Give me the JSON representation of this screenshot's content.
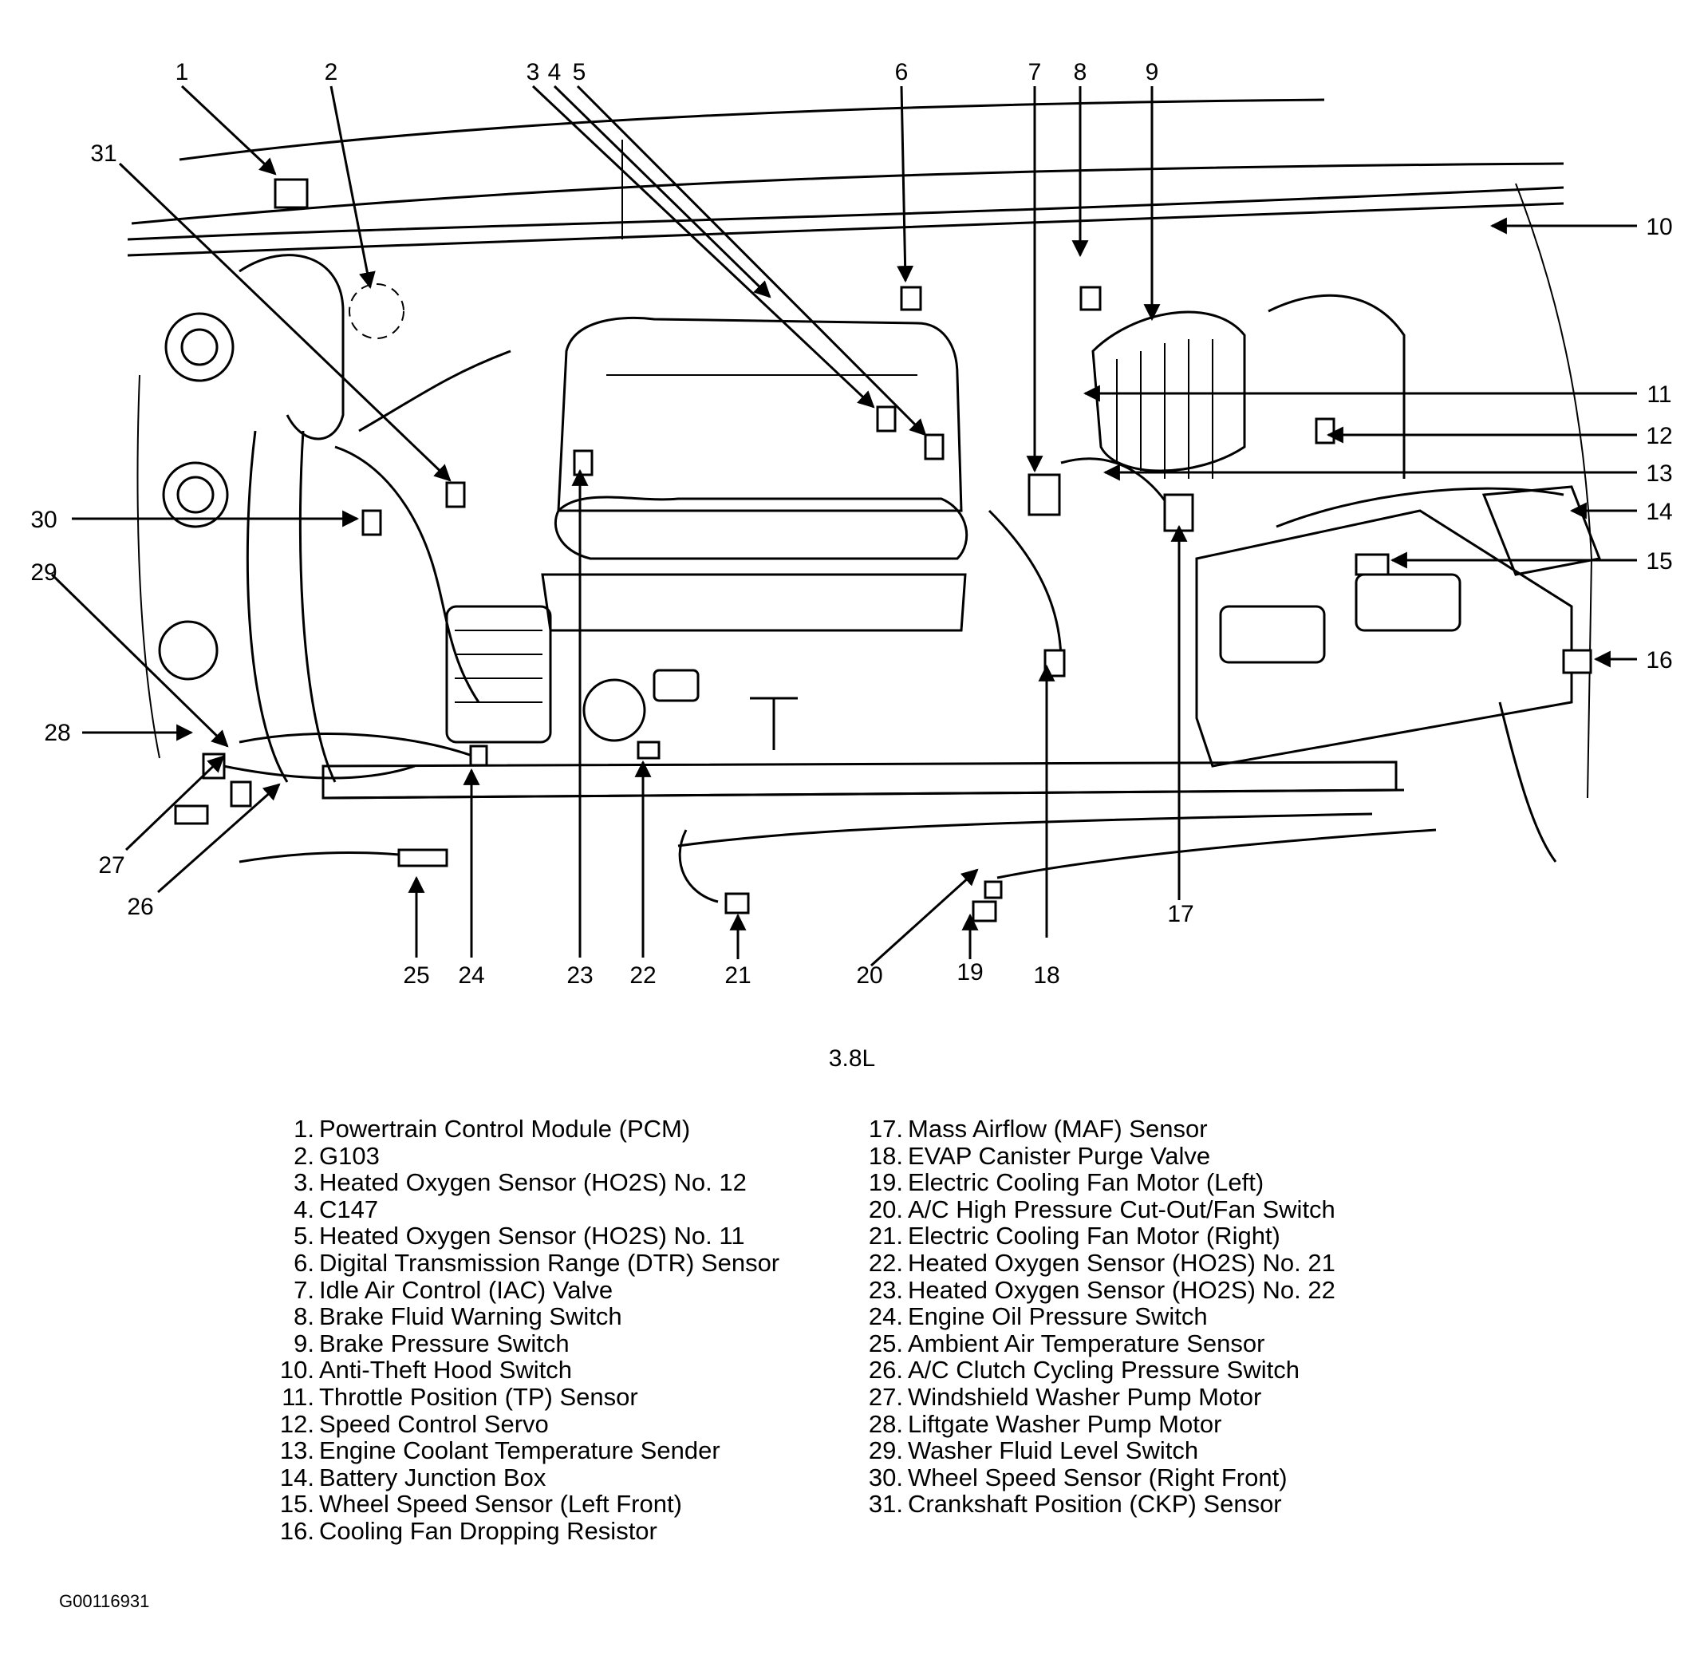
{
  "callouts": [
    "1",
    "2",
    "3",
    "4",
    "5",
    "6",
    "7",
    "8",
    "9",
    "10",
    "11",
    "12",
    "13",
    "14",
    "15",
    "16",
    "17",
    "18",
    "19",
    "20",
    "21",
    "22",
    "23",
    "24",
    "25",
    "26",
    "27",
    "28",
    "29",
    "30",
    "31"
  ],
  "caption": "3.8L",
  "legend_left": [
    {
      "num": "1.",
      "label": "Powertrain Control Module (PCM)"
    },
    {
      "num": "2.",
      "label": "G103"
    },
    {
      "num": "3.",
      "label": "Heated Oxygen Sensor (HO2S) No. 12"
    },
    {
      "num": "4.",
      "label": "C147"
    },
    {
      "num": "5.",
      "label": "Heated Oxygen Sensor (HO2S) No. 11"
    },
    {
      "num": "6.",
      "label": "Digital Transmission Range (DTR) Sensor"
    },
    {
      "num": "7.",
      "label": "Idle Air Control (IAC) Valve"
    },
    {
      "num": "8.",
      "label": "Brake Fluid Warning Switch"
    },
    {
      "num": "9.",
      "label": "Brake Pressure Switch"
    },
    {
      "num": "10.",
      "label": "Anti-Theft Hood Switch"
    },
    {
      "num": "11.",
      "label": "Throttle Position (TP) Sensor"
    },
    {
      "num": "12.",
      "label": "Speed Control Servo"
    },
    {
      "num": "13.",
      "label": "Engine Coolant Temperature Sender"
    },
    {
      "num": "14.",
      "label": "Battery Junction Box"
    },
    {
      "num": "15.",
      "label": "Wheel Speed Sensor (Left Front)"
    },
    {
      "num": "16.",
      "label": "Cooling Fan Dropping Resistor"
    }
  ],
  "legend_right": [
    {
      "num": "17.",
      "label": "Mass Airflow (MAF) Sensor"
    },
    {
      "num": "18.",
      "label": "EVAP Canister Purge Valve"
    },
    {
      "num": "19.",
      "label": "Electric Cooling Fan Motor (Left)"
    },
    {
      "num": "20.",
      "label": "A/C High Pressure Cut-Out/Fan Switch"
    },
    {
      "num": "21.",
      "label": "Electric Cooling Fan Motor (Right)"
    },
    {
      "num": "22.",
      "label": "Heated Oxygen Sensor (HO2S) No. 21"
    },
    {
      "num": "23.",
      "label": "Heated Oxygen Sensor (HO2S) No. 22"
    },
    {
      "num": "24.",
      "label": "Engine Oil Pressure Switch"
    },
    {
      "num": "25.",
      "label": "Ambient Air Temperature Sensor"
    },
    {
      "num": "26.",
      "label": "A/C Clutch Cycling Pressure Switch"
    },
    {
      "num": "27.",
      "label": "Windshield Washer Pump Motor"
    },
    {
      "num": "28.",
      "label": "Liftgate Washer Pump Motor"
    },
    {
      "num": "29.",
      "label": "Washer Fluid Level Switch"
    },
    {
      "num": "30.",
      "label": "Wheel Speed Sensor (Right Front)"
    },
    {
      "num": "31.",
      "label": "Crankshaft Position (CKP) Sensor"
    }
  ],
  "figure_id": "G00116931"
}
